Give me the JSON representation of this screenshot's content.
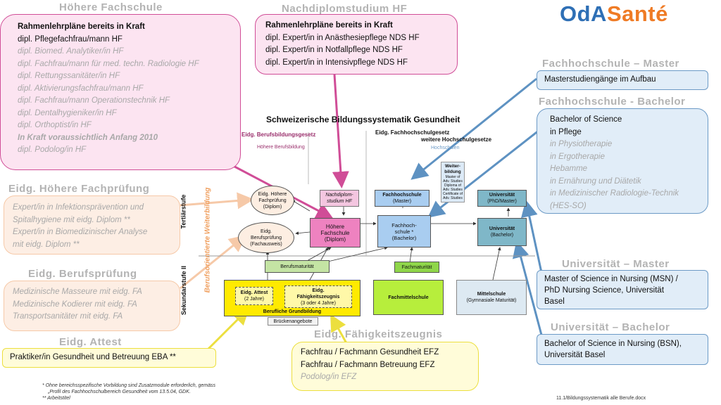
{
  "logo": {
    "part1": "OdA",
    "part2": "Santé"
  },
  "hf": {
    "heading": "Höhere Fachschule",
    "title": "Rahmenlehrpläne bereits in Kraft",
    "items": [
      "dipl. Pflegefachfrau/mann HF",
      "dipl. Biomed. Analytiker/in HF",
      "dipl. Fachfrau/mann für med. techn. Radiologie HF",
      "dipl. Rettungssanitäter/in HF",
      "dipl. Aktivierungsfachfrau/mann HF",
      "dipl. Fachfrau/mann Operationstechnik HF",
      "dipl. Dentalhygieniker/in HF",
      "dipl. Orthoptist/in HF",
      "In Kraft voraussichtlich Anfang 2010",
      "dipl. Podolog/in HF"
    ]
  },
  "nds": {
    "heading": "Nachdiplomstudium HF",
    "title": "Rahmenlehrpläne bereits in Kraft",
    "items": [
      "dipl. Expert/in in Anästhesiepflege NDS HF",
      "dipl. Expert/in in Notfallpflege NDS HF",
      "dipl. Expert/in in Intensivpflege NDS HF"
    ]
  },
  "fh_master": {
    "heading": "Fachhochschule – Master",
    "item": "Masterstudiengänge im Aufbau"
  },
  "fh_bachelor": {
    "heading": "Fachhochschule - Bachelor",
    "items": [
      "Bachelor of Science",
      "in Pflege",
      "in Physiotherapie",
      "in Ergotherapie",
      "Hebamme",
      "in Ernährung und Diätetik",
      "in Medizinischer Radiologie-Technik",
      "(HES-SO)"
    ]
  },
  "hfp": {
    "heading": "Eidg. Höhere Fachprüfung",
    "items": [
      "Expert/in in Infektionsprävention und",
      "Spitalhygiene mit eidg. Diplom **",
      "Expert/in in Biomedizinischer Analyse",
      "mit eidg. Diplom **"
    ]
  },
  "bp": {
    "heading": "Eidg. Berufsprüfung",
    "items": [
      "Medizinische Masseure mit eidg. FA",
      "Medizinische Kodierer mit eidg. FA",
      "Transportsanitäter mit eidg. FA"
    ]
  },
  "attest": {
    "heading": "Eidg. Attest",
    "item": "Praktiker/in Gesundheit und Betreuung EBA **"
  },
  "efz": {
    "heading": "Eidg. Fähigkeitszeugnis",
    "items": [
      "Fachfrau / Fachmann Gesundheit EFZ",
      "Fachfrau / Fachmann Betreuung EFZ",
      "Podolog/in EFZ"
    ]
  },
  "uni_master": {
    "heading": "Universität – Master",
    "items": [
      "Master of Science in Nursing (MSN) /",
      "PhD Nursing Science, Universität",
      "Basel"
    ]
  },
  "uni_bachelor": {
    "heading": "Universität – Bachelor",
    "items": [
      "Bachelor of Science in Nursing (BSN),",
      "Universität Basel"
    ]
  },
  "diagram": {
    "title": "Schweizerische Bildungssystematik Gesundheit",
    "left_law": "Eidg. Berufsbildungsgesetz",
    "left_sub": "Höhere Berufsbildung",
    "right_law1": "Eidg. Fachhochschulgesetz",
    "right_law2": "weitere Hochschulgesetze",
    "right_sub": "Hochschulen",
    "tertiaer": "Tertiärstufe",
    "sek": "Sekundarstufe II",
    "weiterbildung": "Berufsorientierte Weiterbildung",
    "nodes": {
      "hfp": [
        "Eidg. Höhere",
        "Fachprüfung",
        "(Diplom)"
      ],
      "bp": [
        "Eidg.",
        "Berufsprüfung",
        "(Fachausweis)"
      ],
      "nds": [
        "Nachdiplom-",
        "studium HF"
      ],
      "hf": [
        "Höhere",
        "Fachschule",
        "(Diplom)"
      ],
      "weiter": [
        "Weiter-",
        "bildung"
      ],
      "weiter_small": [
        "Master of",
        "Adv. Studies",
        "Diploma of",
        "Adv. Studies",
        "Certificate of",
        "Adv. Studies"
      ],
      "fhm": [
        "Fachhochschule",
        "(Master)"
      ],
      "fhb": [
        "Fachhoch-",
        "schule *",
        "(Bachelor)"
      ],
      "unim": [
        "Universität",
        "(PhD/Master)"
      ],
      "unib": [
        "Universität",
        "(Bachelor)"
      ],
      "bm": "Berufsmaturität",
      "fm": "Fachmaturität",
      "attest": [
        "Eidg. Attest",
        "(2 Jahre)"
      ],
      "efz": [
        "Eidg.",
        "Fähigkeitszeugnis",
        "(3 oder 4 Jahre)"
      ],
      "grund": "Berufliche Grundbildung",
      "fms": "Fachmittelschule",
      "mittel": [
        "Mittelschule",
        "(Gymnasiale Maturität)"
      ],
      "bruecke": "Brückenangebote"
    }
  },
  "footnotes": [
    "* Ohne bereichsspezifische Vorbildung sind Zusatzmodule erforderlich, gemäss",
    "„Profil des Fachhochschulbereich Gesundheit vom 13.5.04, GDK.",
    "** Arbeitstitel"
  ],
  "filename": "11.1/Bildungssystematik alle Berufe.docx",
  "colors": {
    "pink": "#d04d97",
    "blue": "#5e92c2",
    "peach": "#f6c9a8",
    "yellow": "#ecdf3e",
    "logo_blue": "#2e6fb5",
    "logo_orange": "#ef7b25"
  }
}
